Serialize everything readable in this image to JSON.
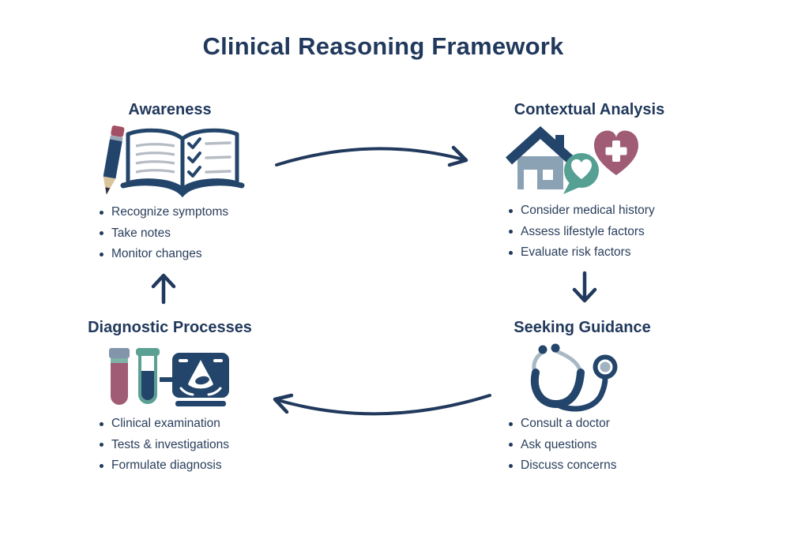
{
  "title": "Clinical Reasoning Framework",
  "colors": {
    "navy": "#21395c",
    "icon_navy": "#24456b",
    "teal": "#55a093",
    "rose": "#a05c74",
    "gray_blue": "#8aa2b3",
    "line_gray": "#b6bcc4",
    "tube_gray": "#a8b8c4"
  },
  "sections": {
    "awareness": {
      "heading": "Awareness",
      "icon": "notebook-pencil-icon",
      "items": [
        "Recognize symptoms",
        "Take notes",
        "Monitor changes"
      ]
    },
    "contextual_analysis": {
      "heading": "Contextual Analysis",
      "icon": "home-care-hearts-icon",
      "items": [
        "Consider medical history",
        "Assess lifestyle factors",
        "Evaluate risk factors"
      ]
    },
    "seeking_guidance": {
      "heading": "Seeking Guidance",
      "icon": "stethoscope-icon",
      "items": [
        "Consult a doctor",
        "Ask questions",
        "Discuss concerns"
      ]
    },
    "diagnostic_processes": {
      "heading": "Diagnostic Processes",
      "icon": "test-tubes-ultrasound-icon",
      "items": [
        "Clinical examination",
        "Tests & investigations",
        "Formulate diagnosis"
      ]
    }
  },
  "arrows": [
    {
      "name": "awareness-to-contextual",
      "direction": "right-curved"
    },
    {
      "name": "contextual-to-guidance",
      "direction": "down"
    },
    {
      "name": "guidance-to-diagnostic",
      "direction": "left-curved"
    },
    {
      "name": "diagnostic-to-awareness",
      "direction": "up"
    }
  ]
}
